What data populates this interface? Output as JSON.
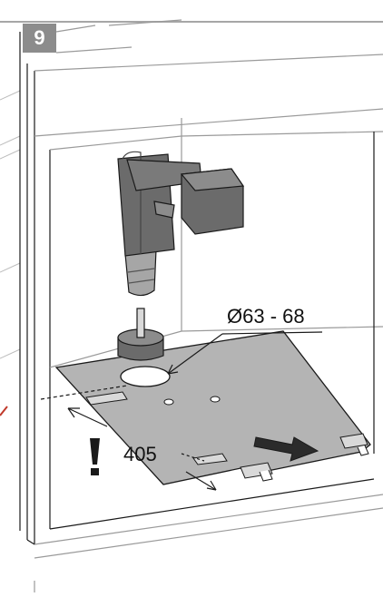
{
  "step": {
    "number": "9"
  },
  "labels": {
    "hole_diameter": "Ø63 - 68",
    "distance": "405"
  },
  "icons": {
    "warning": "exclamation-icon",
    "drill": "drill-icon",
    "direction": "arrow-icon"
  },
  "colors": {
    "badge": "#8c8c8c",
    "line": "#1a1a1a",
    "gray_light": "#d9d9d9",
    "gray_mid": "#a6a6a6",
    "gray_dark": "#6b6b6b",
    "template_fill": "#b4b4b4"
  }
}
